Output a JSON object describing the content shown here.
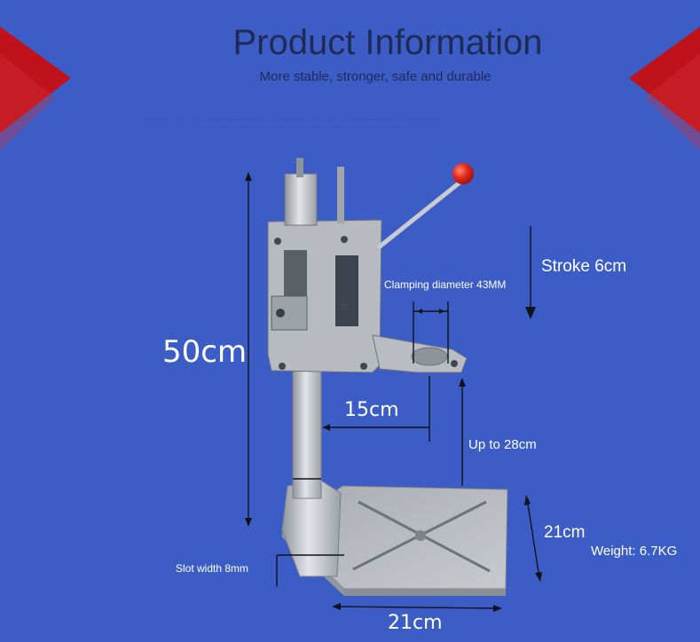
{
  "header": {
    "title": "Product Information",
    "subtitle": "More stable, stronger, safe and durable"
  },
  "dimensions": {
    "height": "50cm",
    "stroke": "Stroke 6cm",
    "clamping": "Clamping diameter 43MM",
    "reach": "15cm",
    "up_to": "Up to 28cm",
    "depth": "21cm",
    "width": "21cm",
    "slot": "Slot width 8mm",
    "weight": "Weight: 6.7KG"
  },
  "colors": {
    "background": "#3b5dc5",
    "accent_red": "#c0121a",
    "metal": "#b9bcc2",
    "knob": "#e8281e"
  }
}
